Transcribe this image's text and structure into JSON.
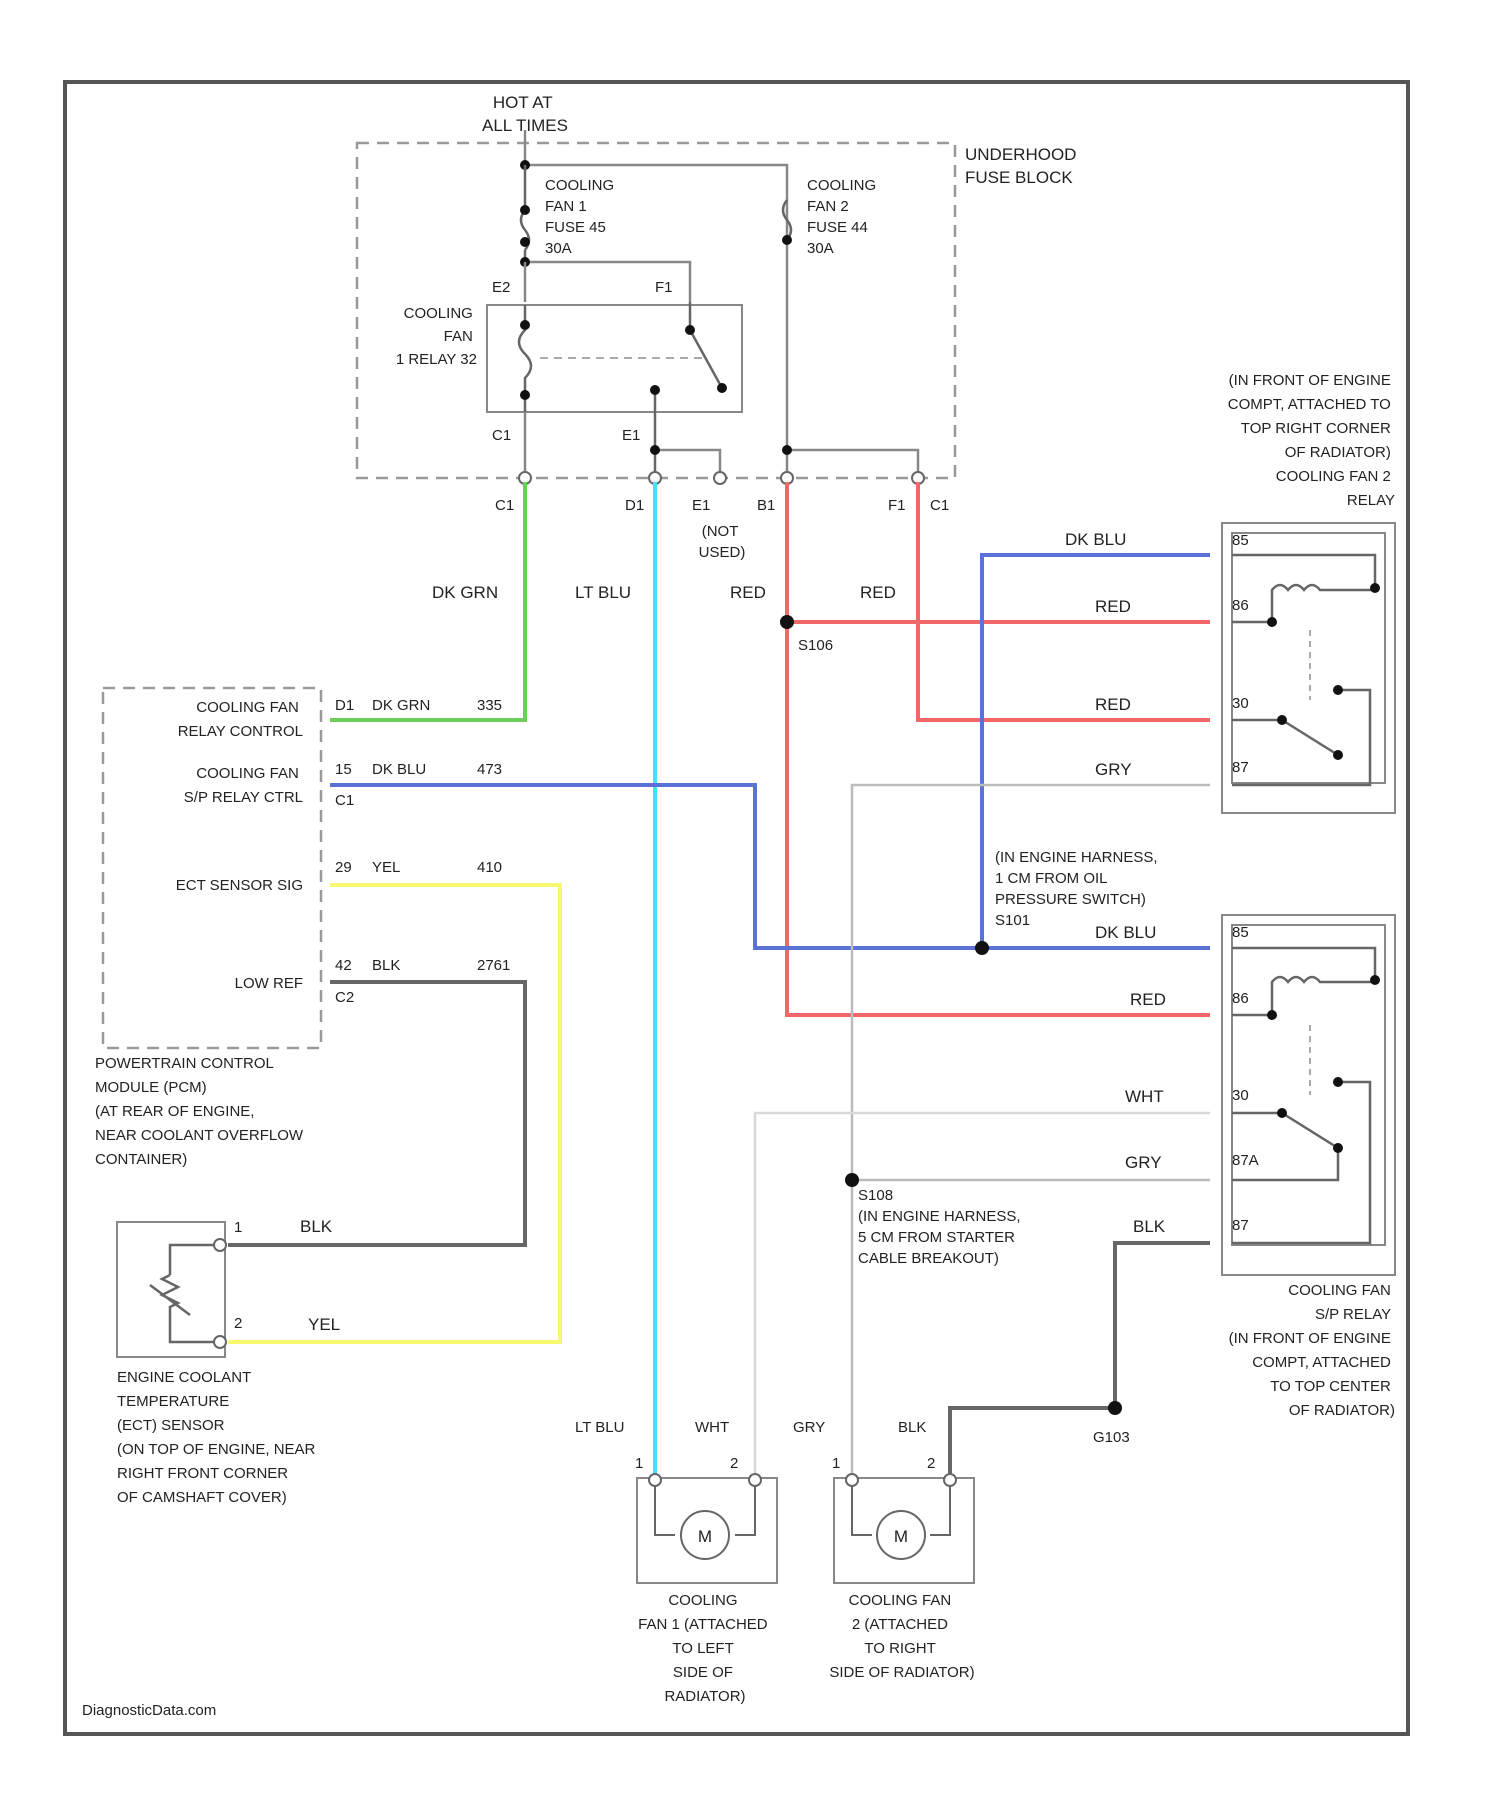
{
  "source_mark": "DiagnosticData.com",
  "power_label": [
    "HOT AT",
    "ALL TIMES"
  ],
  "fuse_block": {
    "label": [
      "UNDERHOOD",
      "FUSE BLOCK"
    ],
    "fuse1": [
      "COOLING",
      "FAN 1",
      "FUSE 45",
      "30A"
    ],
    "fuse2": [
      "COOLING",
      "FAN 2",
      "FUSE 44",
      "30A"
    ],
    "relay1": [
      "COOLING",
      "FAN",
      "1 RELAY 32"
    ],
    "pins": {
      "e2": "E2",
      "f1_top": "F1",
      "c1_left": "C1",
      "e1": "E1",
      "bottom": [
        "C1",
        "D1",
        "E1",
        "B1",
        "F1",
        "C1"
      ]
    },
    "not_used": [
      "(NOT",
      "USED)"
    ]
  },
  "wires": {
    "dk_grn": "DK GRN",
    "lt_blu": "LT BLU",
    "red": "RED",
    "dk_blu": "DK BLU",
    "gry": "GRY",
    "yel": "YEL",
    "blk": "BLK",
    "wht": "WHT"
  },
  "splices": {
    "s106": "S106",
    "s101": [
      "(IN ENGINE HARNESS,",
      "1 CM FROM OIL",
      "PRESSURE SWITCH)",
      "S101"
    ],
    "s108": [
      "S108",
      "(IN ENGINE HARNESS,",
      "5 CM FROM STARTER",
      "CABLE BREAKOUT)"
    ],
    "g103": "G103"
  },
  "pcm": {
    "rows": [
      {
        "name": [
          "COOLING FAN",
          "RELAY CONTROL"
        ],
        "pin": "D1",
        "color": "DK GRN",
        "circuit": "335",
        "conn": ""
      },
      {
        "name": [
          "COOLING FAN",
          "S/P RELAY CTRL"
        ],
        "pin": "15",
        "color": "DK BLU",
        "circuit": "473",
        "conn": "C1"
      },
      {
        "name": [
          "ECT SENSOR SIG"
        ],
        "pin": "29",
        "color": "YEL",
        "circuit": "410",
        "conn": ""
      },
      {
        "name": [
          "LOW REF"
        ],
        "pin": "42",
        "color": "BLK",
        "circuit": "2761",
        "conn": "C2"
      }
    ],
    "label": [
      "POWERTRAIN CONTROL",
      "MODULE (PCM)",
      "(AT REAR OF ENGINE,",
      "NEAR COOLANT OVERFLOW",
      "CONTAINER)"
    ]
  },
  "ect": {
    "pins": [
      "1",
      "2"
    ],
    "label": [
      "ENGINE COOLANT",
      "TEMPERATURE",
      "(ECT) SENSOR",
      "(ON TOP OF ENGINE, NEAR",
      "RIGHT FRONT CORNER",
      "OF CAMSHAFT COVER)"
    ]
  },
  "relay2": {
    "label": [
      "(IN FRONT OF ENGINE",
      "COMPT, ATTACHED TO",
      "TOP RIGHT CORNER",
      "OF RADIATOR)",
      "COOLING FAN 2",
      "RELAY"
    ],
    "pins": [
      "85",
      "86",
      "30",
      "87"
    ]
  },
  "sp_relay": {
    "label": [
      "COOLING FAN",
      "S/P RELAY",
      "(IN FRONT OF ENGINE",
      "COMPT, ATTACHED",
      "TO TOP CENTER",
      "OF RADIATOR)"
    ],
    "pins": [
      "85",
      "86",
      "30",
      "87A",
      "87"
    ]
  },
  "fan1": {
    "motor": "M",
    "pins": [
      "1",
      "2"
    ],
    "wire_labels": [
      "LT BLU",
      "WHT"
    ],
    "label": [
      "COOLING",
      "FAN 1 (ATTACHED",
      "TO LEFT",
      "SIDE OF",
      "RADIATOR)"
    ]
  },
  "fan2": {
    "motor": "M",
    "pins": [
      "1",
      "2"
    ],
    "wire_labels": [
      "GRY",
      "BLK"
    ],
    "label": [
      "COOLING FAN",
      "2 (ATTACHED",
      "TO RIGHT",
      "SIDE OF RADIATOR)"
    ]
  }
}
